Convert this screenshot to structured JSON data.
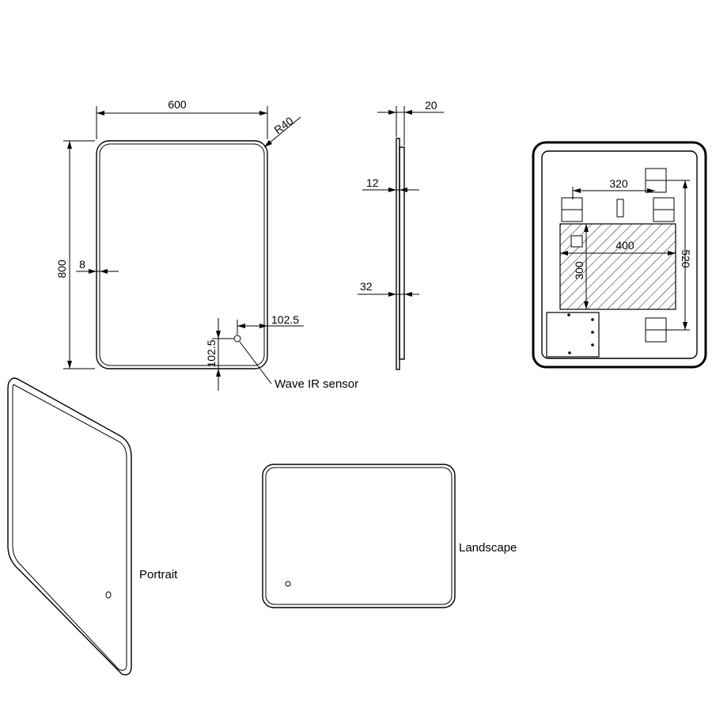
{
  "front_view": {
    "width": "600",
    "height": "800",
    "corner_radius": "R40",
    "border": "8",
    "sensor_offset_x": "102.5",
    "sensor_offset_y": "102.5",
    "sensor_label": "Wave IR sensor"
  },
  "side_view": {
    "depth_total": "20",
    "depth_glass": "12",
    "depth_bottom": "32"
  },
  "back_view": {
    "bracket_spacing": "320",
    "hatch_width": "400",
    "hatch_height": "300",
    "vertical_span": "520"
  },
  "orientations": {
    "portrait": "Portrait",
    "landscape": "Landscape"
  }
}
